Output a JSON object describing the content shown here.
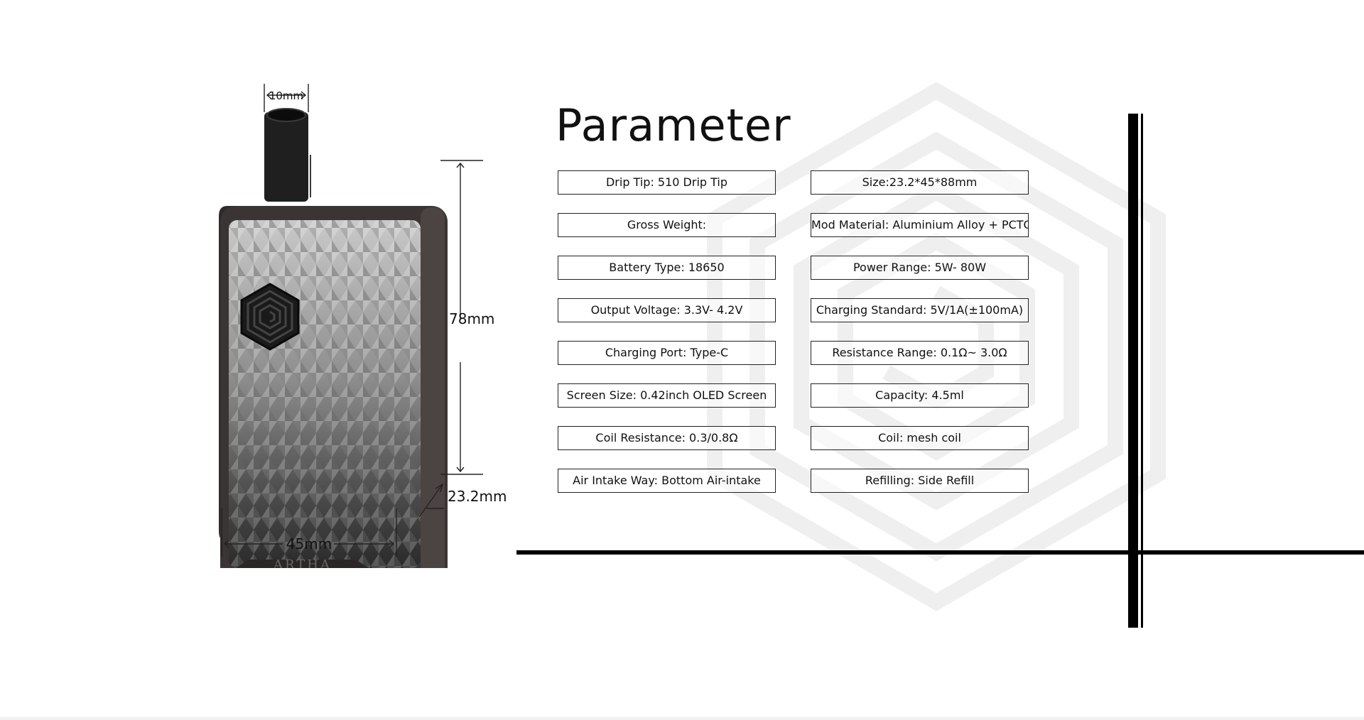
{
  "title": "Parameter",
  "product": {
    "brand": "ARTHA",
    "dimensions": {
      "tip_width": "10mm",
      "height": "78mm",
      "depth": "23.2mm",
      "width": "45mm"
    }
  },
  "parameters": {
    "left": [
      "Drip Tip: 510 Drip Tip",
      "Gross Weight:",
      "Battery Type: 18650",
      "Output Voltage: 3.3V- 4.2V",
      "Charging Port: Type-C",
      "Screen Size: 0.42inch OLED Screen",
      "Coil Resistance: 0.3/0.8Ω",
      "Air Intake Way: Bottom Air-intake"
    ],
    "right": [
      "Size:23.2*45*88mm",
      "Mod Material: Aluminium Alloy + PCTG",
      "Power Range: 5W- 80W",
      "Charging Standard: 5V/1A(±100mA)",
      "Resistance Range: 0.1Ω~ 3.0Ω",
      "Capacity: 4.5ml",
      "Coil: mesh coil",
      "Refilling: Side Refill"
    ]
  },
  "colors": {
    "accent": "#000000",
    "watermark": "#efefef",
    "body": "#3a3434"
  },
  "icons": {
    "watermark": "hexagon-maze-logo-icon",
    "button": "hexagon-maze-logo-icon"
  }
}
